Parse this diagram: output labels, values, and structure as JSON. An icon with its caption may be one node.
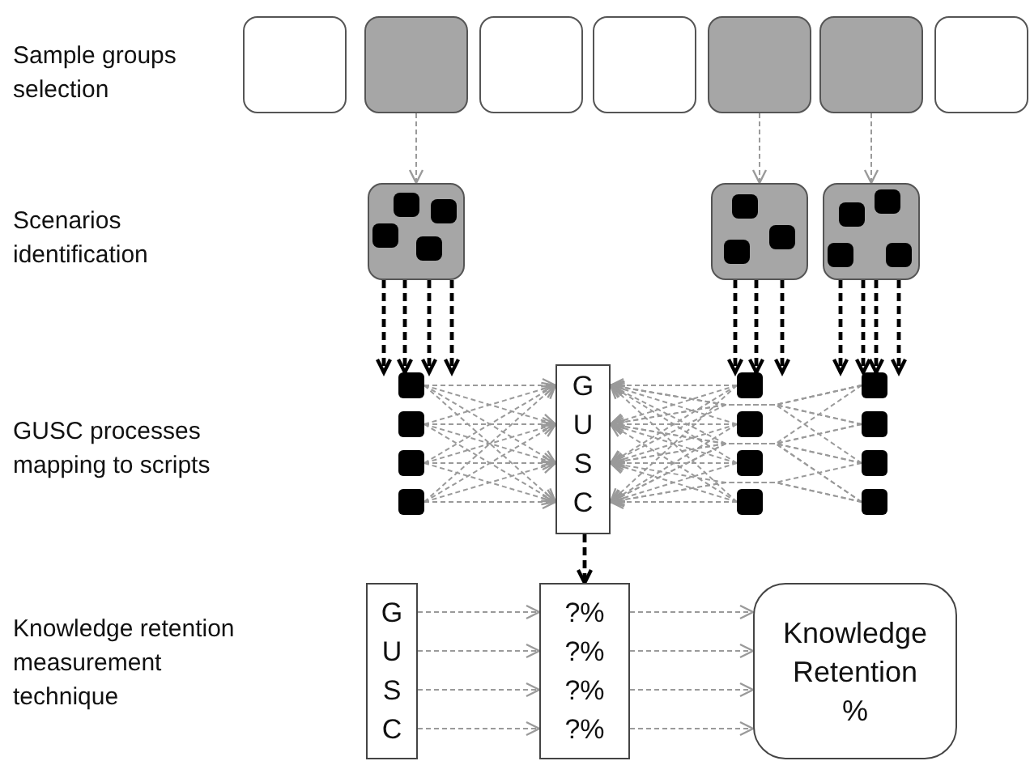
{
  "diagram": {
    "nodes": [
      {
        "text": [],
        "shape": "box"
      },
      {
        "text": [],
        "shape": "box"
      },
      {
        "text": [],
        "shape": "box"
      },
      {
        "text": [],
        "shape": "box"
      },
      {
        "text": [],
        "shape": "box"
      },
      {
        "text": [],
        "shape": "box"
      },
      {
        "text": [],
        "shape": "box"
      },
      {
        "text": [],
        "shape": "box"
      },
      {
        "text": [],
        "shape": "box"
      },
      {
        "text": [],
        "shape": "box"
      },
      {
        "text": [],
        "shape": "box"
      },
      {
        "text": [],
        "shape": "box"
      },
      {
        "text": [],
        "shape": "box"
      },
      {
        "text": [],
        "shape": "box"
      },
      {
        "text": [
          "G",
          "U",
          "S",
          "C"
        ]
      },
      {
        "text": [],
        "shape": "box"
      },
      {
        "text": [],
        "shape": "box"
      },
      {
        "text": [],
        "shape": "box"
      },
      {
        "text": [],
        "shape": "box"
      },
      {
        "text": [],
        "shape": "box"
      },
      {
        "text": [],
        "shape": "box"
      },
      {
        "text": [],
        "shape": "box"
      },
      {
        "text": [],
        "shape": "box"
      },
      {
        "text": [
          "G",
          "U",
          "S",
          "C"
        ]
      },
      {
        "text": [
          "?%",
          "?%",
          "?%",
          "?%"
        ]
      },
      {
        "text": [
          "Knowledge Retention %"
        ]
      }
    ],
    "edges": [
      {
        "from": 1,
        "to": 7,
        "arrow": "to",
        "style": "dashed"
      },
      {
        "from": 4,
        "to": 8,
        "arrow": "to",
        "style": "dashed"
      },
      {
        "from": 5,
        "to": 9,
        "arrow": "to",
        "style": "dashed"
      },
      {
        "from": 7,
        "to": 10,
        "arrow": "to",
        "style": "dashed",
        "color": "#000000"
      },
      {
        "from": 7,
        "to": 10,
        "arrow": "to",
        "style": "dashed",
        "color": "#000000"
      },
      {
        "from": 7,
        "to": 10,
        "arrow": "to",
        "style": "dashed",
        "color": "#000000"
      },
      {
        "from": 7,
        "to": 10,
        "arrow": "to",
        "style": "dashed",
        "color": "#000000"
      },
      {
        "from": 8,
        "to": 15,
        "arrow": "to",
        "style": "dashed",
        "color": "#000000"
      },
      {
        "from": 8,
        "to": 15,
        "arrow": "to",
        "style": "dashed",
        "color": "#000000"
      },
      {
        "from": 8,
        "to": 15,
        "arrow": "to",
        "style": "dashed",
        "color": "#000000"
      },
      {
        "from": 9,
        "to": 19,
        "arrow": "to",
        "style": "dashed",
        "color": "#000000"
      },
      {
        "from": 9,
        "to": 19,
        "arrow": "to",
        "style": "dashed",
        "color": "#000000"
      },
      {
        "from": 9,
        "to": 19,
        "arrow": "to",
        "style": "dashed",
        "color": "#000000"
      },
      {
        "from": 9,
        "to": 19,
        "arrow": "to",
        "style": "dashed",
        "color": "#000000"
      },
      {
        "from": 10,
        "to": 14,
        "arrow": "to",
        "style": "dashed"
      },
      {
        "from": 10,
        "to": 14,
        "arrow": "to",
        "style": "dashed"
      },
      {
        "from": 10,
        "to": 14,
        "arrow": "to",
        "style": "dashed"
      },
      {
        "from": 10,
        "to": 14,
        "arrow": "to",
        "style": "dashed"
      },
      {
        "from": 11,
        "to": 14,
        "arrow": "to",
        "style": "dashed"
      },
      {
        "from": 11,
        "to": 14,
        "arrow": "to",
        "style": "dashed"
      },
      {
        "from": 11,
        "to": 14,
        "arrow": "to",
        "style": "dashed"
      },
      {
        "from": 11,
        "to": 14,
        "arrow": "to",
        "style": "dashed"
      },
      {
        "from": 12,
        "to": 14,
        "arrow": "to",
        "style": "dashed"
      },
      {
        "from": 12,
        "to": 14,
        "arrow": "to",
        "style": "dashed"
      },
      {
        "from": 12,
        "to": 14,
        "arrow": "to",
        "style": "dashed"
      },
      {
        "from": 12,
        "to": 14,
        "arrow": "to",
        "style": "dashed"
      },
      {
        "from": 13,
        "to": 14,
        "arrow": "to",
        "style": "dashed"
      },
      {
        "from": 13,
        "to": 14,
        "arrow": "to",
        "style": "dashed"
      },
      {
        "from": 13,
        "to": 14,
        "arrow": "to",
        "style": "dashed"
      },
      {
        "from": 13,
        "to": 14,
        "arrow": "to",
        "style": "dashed"
      },
      {
        "from": 15,
        "to": 14,
        "arrow": "to",
        "style": "dashed"
      },
      {
        "from": 15,
        "to": 14,
        "arrow": "to",
        "style": "dashed"
      },
      {
        "from": 15,
        "to": 14,
        "arrow": "to",
        "style": "dashed"
      },
      {
        "from": 15,
        "to": 14,
        "arrow": "to",
        "style": "dashed"
      },
      {
        "from": 16,
        "to": 14,
        "arrow": "to",
        "style": "dashed"
      },
      {
        "from": 16,
        "to": 14,
        "arrow": "to",
        "style": "dashed"
      },
      {
        "from": 16,
        "to": 14,
        "arrow": "to",
        "style": "dashed"
      },
      {
        "from": 16,
        "to": 14,
        "arrow": "to",
        "style": "dashed"
      },
      {
        "from": 17,
        "to": 14,
        "arrow": "to",
        "style": "dashed"
      },
      {
        "from": 17,
        "to": 14,
        "arrow": "to",
        "style": "dashed"
      },
      {
        "from": 17,
        "to": 14,
        "arrow": "to",
        "style": "dashed"
      },
      {
        "from": 17,
        "to": 14,
        "arrow": "to",
        "style": "dashed"
      },
      {
        "from": 18,
        "to": 14,
        "arrow": "to",
        "style": "dashed"
      },
      {
        "from": 18,
        "to": 14,
        "arrow": "to",
        "style": "dashed"
      },
      {
        "from": 18,
        "to": 14,
        "arrow": "to",
        "style": "dashed"
      },
      {
        "from": 18,
        "to": 14,
        "arrow": "to",
        "style": "dashed"
      },
      {
        "from": 19,
        "to": 14,
        "arrow": "to",
        "style": "dashed"
      },
      {
        "from": 19,
        "to": 14,
        "arrow": "to",
        "style": "dashed"
      },
      {
        "from": 19,
        "to": 14,
        "arrow": "to",
        "style": "dashed"
      },
      {
        "from": 19,
        "to": 14,
        "arrow": "to",
        "style": "dashed"
      },
      {
        "from": 20,
        "to": 14,
        "arrow": "to",
        "style": "dashed"
      },
      {
        "from": 20,
        "to": 14,
        "arrow": "to",
        "style": "dashed"
      },
      {
        "from": 20,
        "to": 14,
        "arrow": "to",
        "style": "dashed"
      },
      {
        "from": 20,
        "to": 14,
        "arrow": "to",
        "style": "dashed"
      },
      {
        "from": 21,
        "to": 14,
        "arrow": "to",
        "style": "dashed"
      },
      {
        "from": 21,
        "to": 14,
        "arrow": "to",
        "style": "dashed"
      },
      {
        "from": 21,
        "to": 14,
        "arrow": "to",
        "style": "dashed"
      },
      {
        "from": 21,
        "to": 14,
        "arrow": "to",
        "style": "dashed"
      },
      {
        "from": 22,
        "to": 14,
        "arrow": "to",
        "style": "dashed"
      },
      {
        "from": 22,
        "to": 14,
        "arrow": "to",
        "style": "dashed"
      },
      {
        "from": 22,
        "to": 14,
        "arrow": "to",
        "style": "dashed"
      },
      {
        "from": 22,
        "to": 14,
        "arrow": "to",
        "style": "dashed"
      },
      {
        "from": 14,
        "to": 24,
        "arrow": "to",
        "style": "dashed",
        "color": "#000000"
      },
      {
        "from": 23,
        "to": 24,
        "arrow": "to",
        "style": "dashed"
      },
      {
        "from": 23,
        "to": 24,
        "arrow": "to",
        "style": "dashed"
      },
      {
        "from": 23,
        "to": 24,
        "arrow": "to",
        "style": "dashed"
      },
      {
        "from": 23,
        "to": 24,
        "arrow": "to",
        "style": "dashed"
      },
      {
        "from": 24,
        "to": 25,
        "arrow": "to",
        "style": "dashed"
      },
      {
        "from": 24,
        "to": 25,
        "arrow": "to",
        "style": "dashed"
      },
      {
        "from": 24,
        "to": 25,
        "arrow": "to",
        "style": "dashed"
      },
      {
        "from": 24,
        "to": 25,
        "arrow": "to",
        "style": "dashed"
      }
    ],
    "labels": [
      "Sample groups selection",
      "Scenarios identification",
      "GUSC processes mapping to scripts",
      "Knowledge retention measurement technique"
    ]
  }
}
